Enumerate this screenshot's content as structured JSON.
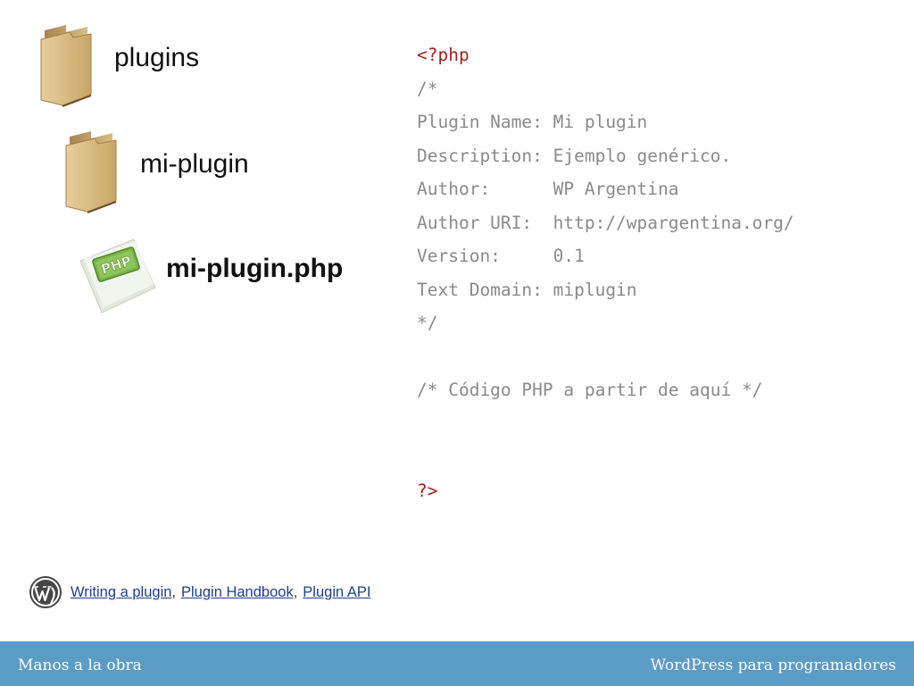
{
  "tree": {
    "folder_name": "plugins",
    "subfolder_name": "mi-plugin",
    "file_name": "mi-plugin.php",
    "file_badge": "PHP"
  },
  "code": {
    "lines": [
      "<?php",
      "/*",
      "Plugin Name: Mi plugin",
      "Description: Ejemplo genérico.",
      "Author:      WP Argentina",
      "Author URI:  http://wpargentina.org/",
      "Version:     0.1",
      "Text Domain: miplugin",
      "*/",
      "",
      "/* Código PHP a partir de aquí */",
      "",
      "",
      "?>"
    ]
  },
  "links": {
    "writing": "Writing a plugin",
    "handbook": "Plugin Handbook",
    "api": "Plugin API",
    "separator": ","
  },
  "footer": {
    "left": "Manos a la obra",
    "right": "WordPress para programadores"
  },
  "colors": {
    "footer_bg": "#5b9cc6",
    "code_text": "#8a8a8a",
    "php_tag": "#a11f1f",
    "link": "#1e3f8a"
  },
  "icons": {
    "folder": "folder-icon",
    "php_file": "php-file-icon",
    "wordpress": "wordpress-logo-icon"
  }
}
